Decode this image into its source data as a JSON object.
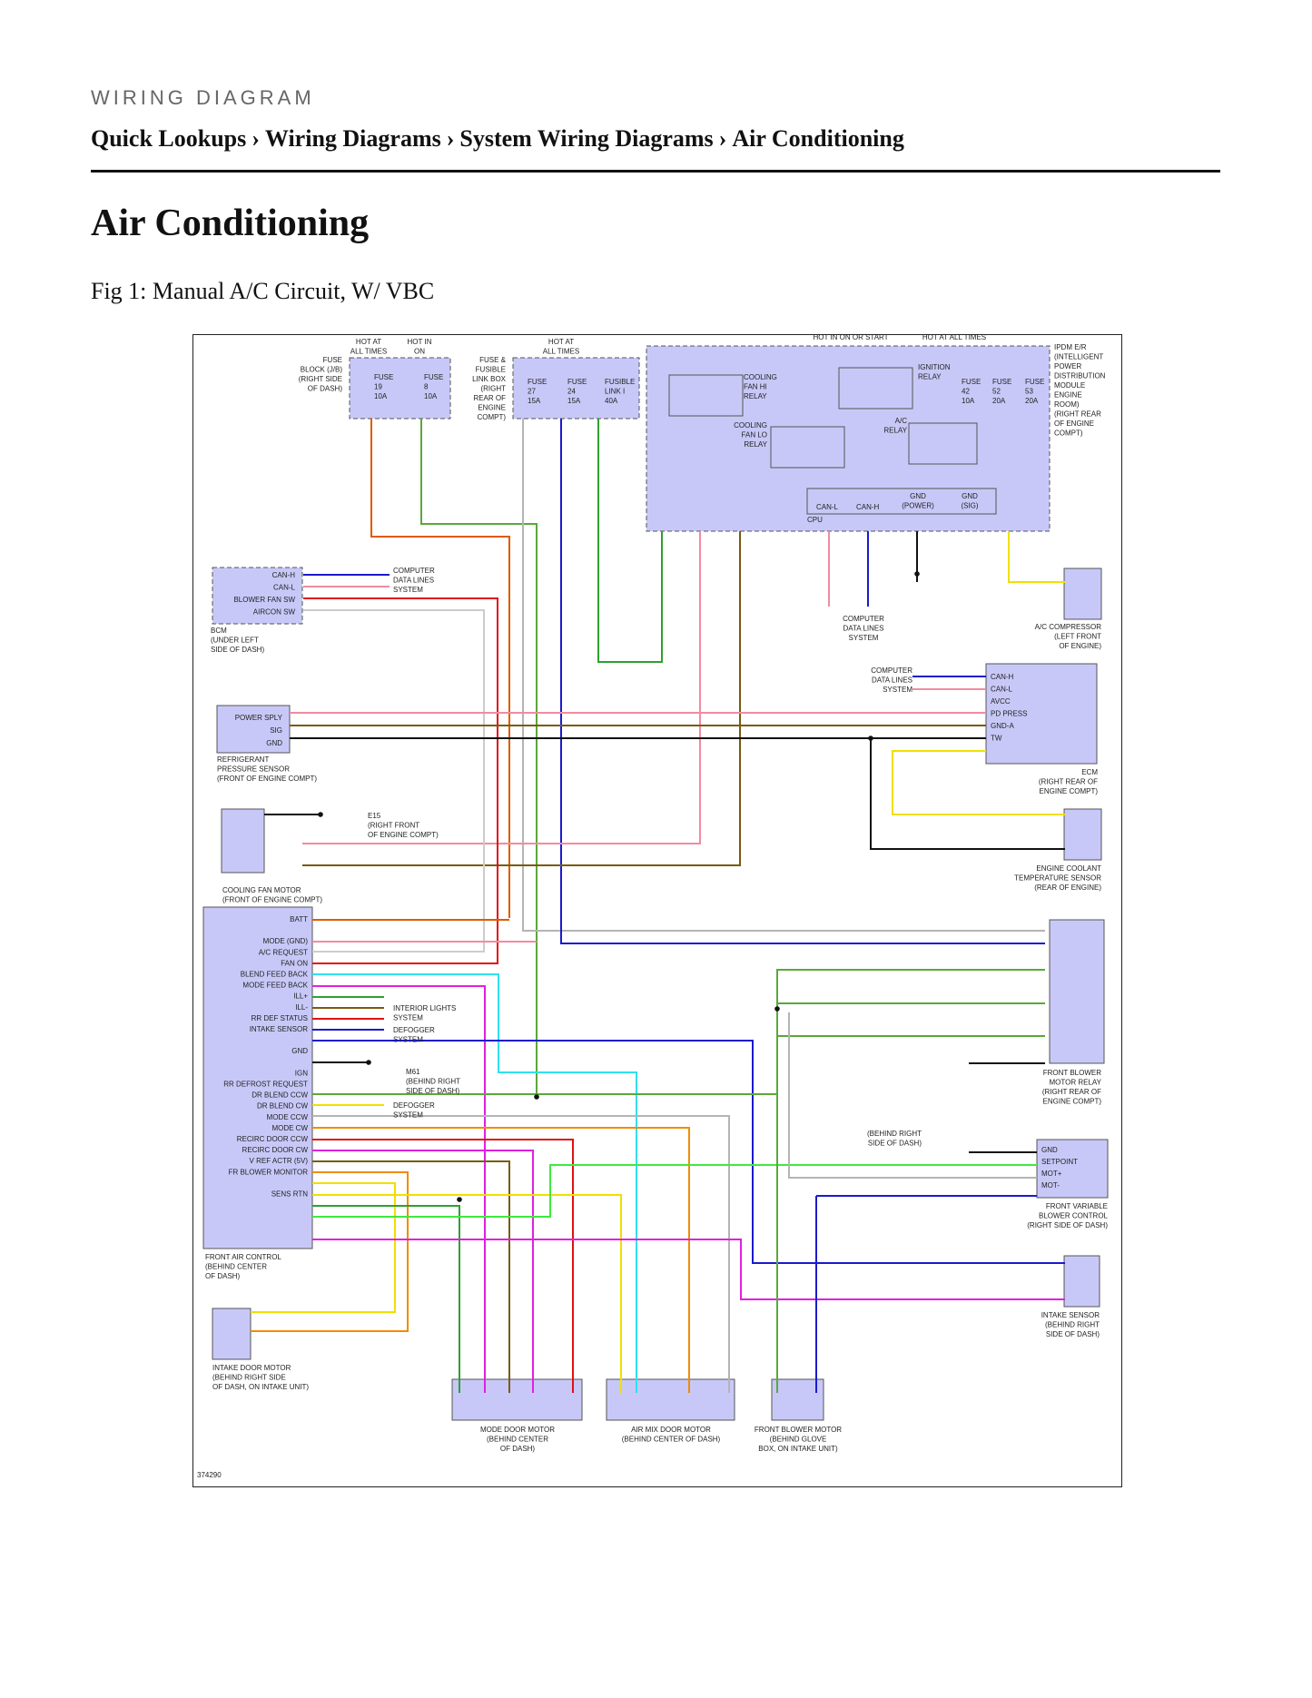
{
  "header": {
    "kicker": "WIRING DIAGRAM",
    "breadcrumb": [
      "Quick Lookups",
      "Wiring Diagrams",
      "System Wiring Diagrams",
      "Air Conditioning"
    ],
    "separator": "›",
    "title": "Air Conditioning",
    "figure_caption": "Fig 1: Manual A/C Circuit, W/ VBC"
  },
  "diagram": {
    "figure_number": "374290",
    "modules": {
      "fuse_block": {
        "lines": [
          "FUSE",
          "BLOCK (J/B)",
          "(RIGHT SIDE",
          "OF DASH)"
        ],
        "hot1": [
          "HOT AT",
          "ALL TIMES"
        ],
        "hot2": [
          "HOT IN",
          "ON"
        ],
        "fuse1": [
          "FUSE",
          "19",
          "10A"
        ],
        "fuse2": [
          "FUSE",
          "8",
          "10A"
        ]
      },
      "fusible_link_box": {
        "lines": [
          "FUSE &",
          "FUSIBLE",
          "LINK BOX",
          "(RIGHT",
          "REAR OF",
          "ENGINE",
          "COMPT)"
        ],
        "hot": [
          "HOT AT",
          "ALL TIMES"
        ],
        "fuse1": [
          "FUSE",
          "27",
          "15A"
        ],
        "fuse2": [
          "FUSE",
          "24",
          "15A"
        ],
        "fuse3": [
          "FUSIBLE",
          "LINK I",
          "40A"
        ]
      },
      "ipdm": {
        "lines": [
          "IPDM E/R",
          "(INTELLIGENT",
          "POWER",
          "DISTRIBUTION",
          "MODULE",
          "ENGINE",
          "ROOM)",
          "(RIGHT REAR",
          "OF ENGINE",
          "COMPT)"
        ],
        "hot_on_start": "HOT IN ON OR START",
        "hot_all": "HOT AT ALL TIMES",
        "fan_hi": [
          "COOLING",
          "FAN HI",
          "RELAY"
        ],
        "fan_lo": [
          "COOLING",
          "FAN LO",
          "RELAY"
        ],
        "ign_relay": [
          "IGNITION",
          "RELAY"
        ],
        "ac_relay": [
          "A/C",
          "RELAY"
        ],
        "fuse42": [
          "FUSE",
          "42",
          "10A"
        ],
        "fuse52": [
          "FUSE",
          "52",
          "20A"
        ],
        "fuse53": [
          "FUSE",
          "53",
          "20A"
        ],
        "cpu": "CPU",
        "can_l": "CAN-L",
        "can_h": "CAN-H",
        "gnd_power": [
          "GND",
          "(POWER)"
        ],
        "gnd_sig": [
          "GND",
          "(SIG)"
        ]
      },
      "bcm": {
        "name": [
          "BCM",
          "(UNDER LEFT",
          "SIDE OF DASH)"
        ],
        "pins": [
          "CAN-H",
          "CAN-L",
          "BLOWER FAN SW",
          "AIRCON SW"
        ]
      },
      "refrig_sensor": {
        "name": [
          "REFRIGERANT",
          "PRESSURE SENSOR",
          "(FRONT OF ENGINE COMPT)"
        ],
        "pins": [
          "POWER SPLY",
          "SIG",
          "GND"
        ]
      },
      "cooling_fan_motor": {
        "name": [
          "COOLING FAN MOTOR",
          "(FRONT OF ENGINE COMPT)"
        ]
      },
      "ecm": {
        "name": [
          "ECM",
          "(RIGHT REAR OF",
          "ENGINE COMPT)"
        ],
        "pins": [
          "CAN-H",
          "CAN-L",
          "AVCC",
          "PD PRESS",
          "GND-A",
          "TW"
        ]
      },
      "ac_compressor": {
        "name": [
          "A/C COMPRESSOR",
          "(LEFT FRONT",
          "OF ENGINE)"
        ]
      },
      "coolant_sensor": {
        "name": [
          "ENGINE COOLANT",
          "TEMPERATURE SENSOR",
          "(REAR OF ENGINE)"
        ]
      },
      "front_air_control": {
        "name": [
          "FRONT AIR CONTROL",
          "(BEHIND CENTER",
          "OF DASH)"
        ],
        "pins": [
          "BATT",
          "",
          "MODE (GND)",
          "A/C REQUEST",
          "FAN ON",
          "BLEND FEED BACK",
          "MODE FEED BACK",
          "ILL+",
          "ILL-",
          "RR DEF STATUS",
          "INTAKE SENSOR",
          "",
          "GND",
          "",
          "IGN",
          "RR DEFROST REQUEST",
          "DR BLEND CCW",
          "DR BLEND CW",
          "MODE CCW",
          "MODE CW",
          "RECIRC DOOR CCW",
          "RECIRC DOOR CW",
          "V REF ACTR (5V)",
          "FR BLOWER MONITOR",
          "",
          "SENS RTN"
        ]
      },
      "front_blower_relay": {
        "name": [
          "FRONT BLOWER",
          "MOTOR RELAY",
          "(RIGHT REAR OF",
          "ENGINE COMPT)"
        ]
      },
      "vbc": {
        "name": [
          "FRONT VARIABLE",
          "BLOWER CONTROL",
          "(RIGHT SIDE OF DASH)"
        ],
        "pins": [
          "GND",
          "SETPOINT",
          "MOT+",
          "MOT-"
        ]
      },
      "intake_sensor": {
        "name": [
          "INTAKE SENSOR",
          "(BEHIND RIGHT",
          "SIDE OF DASH)"
        ]
      },
      "intake_door_motor": {
        "name": [
          "INTAKE DOOR MOTOR",
          "(BEHIND RIGHT SIDE",
          "OF DASH, ON INTAKE UNIT)"
        ]
      },
      "mode_door_motor": {
        "name": [
          "MODE DOOR MOTOR",
          "(BEHIND CENTER",
          "OF DASH)"
        ]
      },
      "air_mix_motor": {
        "name": [
          "AIR MIX DOOR MOTOR",
          "(BEHIND CENTER OF DASH)"
        ]
      },
      "front_blower_motor": {
        "name": [
          "FRONT BLOWER MOTOR",
          "(BEHIND GLOVE",
          "BOX, ON INTAKE UNIT)"
        ]
      },
      "computer_data_lines": [
        "COMPUTER",
        "DATA LINES",
        "SYSTEM"
      ],
      "interior_lights": [
        "INTERIOR LIGHTS",
        "SYSTEM"
      ],
      "defogger": [
        "DEFOGGER",
        "SYSTEM"
      ],
      "e15": [
        "E15",
        "(RIGHT FRONT",
        "OF ENGINE COMPT)"
      ],
      "m61": [
        "M61",
        "(BEHIND RIGHT",
        "SIDE OF DASH)"
      ],
      "m61_right": [
        "(BEHIND RIGHT",
        "SIDE OF DASH)"
      ]
    },
    "wire_colors": {
      "RED/YEL": "#e05a00",
      "WHT/GRN": "#5aa83a",
      "GRY": "#b4b4b4",
      "BLU": "#1a1acd",
      "GRN": "#2ea02e",
      "PNK": "#f08ca0",
      "BRN": "#7a5a10",
      "RED": "#e01010",
      "WHT": "#cccccc",
      "BLK": "#111111",
      "YEL": "#f0e000",
      "LT BLU": "#30e0f0",
      "PPL": "#e020e0",
      "ORG": "#f08c00",
      "LT GRN": "#40e840"
    }
  }
}
